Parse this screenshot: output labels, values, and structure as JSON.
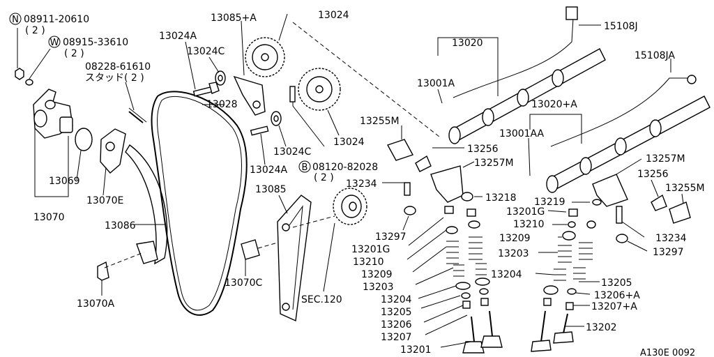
{
  "labels": {
    "l08911": "08911-20610",
    "l08911q": "( 2 )",
    "l08915": "08915-33610",
    "l08915q": "( 2 )",
    "l08228": "08228-61610",
    "l08228b": "スタッド( 2 )",
    "l13024A_a": "13024A",
    "l13024C_a": "13024C",
    "l13085A": "13085+A",
    "l13024_top": "13024",
    "l13028": "13028",
    "l13024_mid": "13024",
    "l13024C_b": "13024C",
    "l13024A_b": "13024A",
    "l08120": "08120-82028",
    "l08120q": "( 2 )",
    "l13069": "13069",
    "l13070": "13070",
    "l13070E": "13070E",
    "l13086": "13086",
    "l13070A": "13070A",
    "l13085": "13085",
    "l13070C": "13070C",
    "lSEC": "SEC.120",
    "l13020": "13020",
    "l13001A": "13001A",
    "l15108J": "15108J",
    "l15108JA": "15108JA",
    "l13020A": "13020+A",
    "l13001AA": "13001AA",
    "l13255M_a": "13255M",
    "l13256_a": "13256",
    "l13257M_a": "13257M",
    "l13234_a": "13234",
    "l13218_a": "13218",
    "l13297_a": "13297",
    "l13201G_a": "13201G",
    "l13210_a": "13210",
    "l13209_a": "13209",
    "l13203_a": "13203",
    "l13204_a": "13204",
    "l13205_a": "13205",
    "l13206_a": "13206",
    "l13207_a": "13207",
    "l13201_a": "13201",
    "l13257M_b": "13257M",
    "l13256_b": "13256",
    "l13255M_b": "13255M",
    "l13219": "13219",
    "l13201G_b": "13201G",
    "l13210_b": "13210",
    "l13209_b": "13209",
    "l13203_b": "13203",
    "l13204_b": "13204",
    "l13234_b": "13234",
    "l13297_b": "13297",
    "l13205_b": "13205",
    "l13206A": "13206+A",
    "l13207A": "13207+A",
    "l13202": "13202",
    "lcode": "A130E 0092",
    "mN": "N",
    "mW": "W",
    "mB": "B"
  }
}
